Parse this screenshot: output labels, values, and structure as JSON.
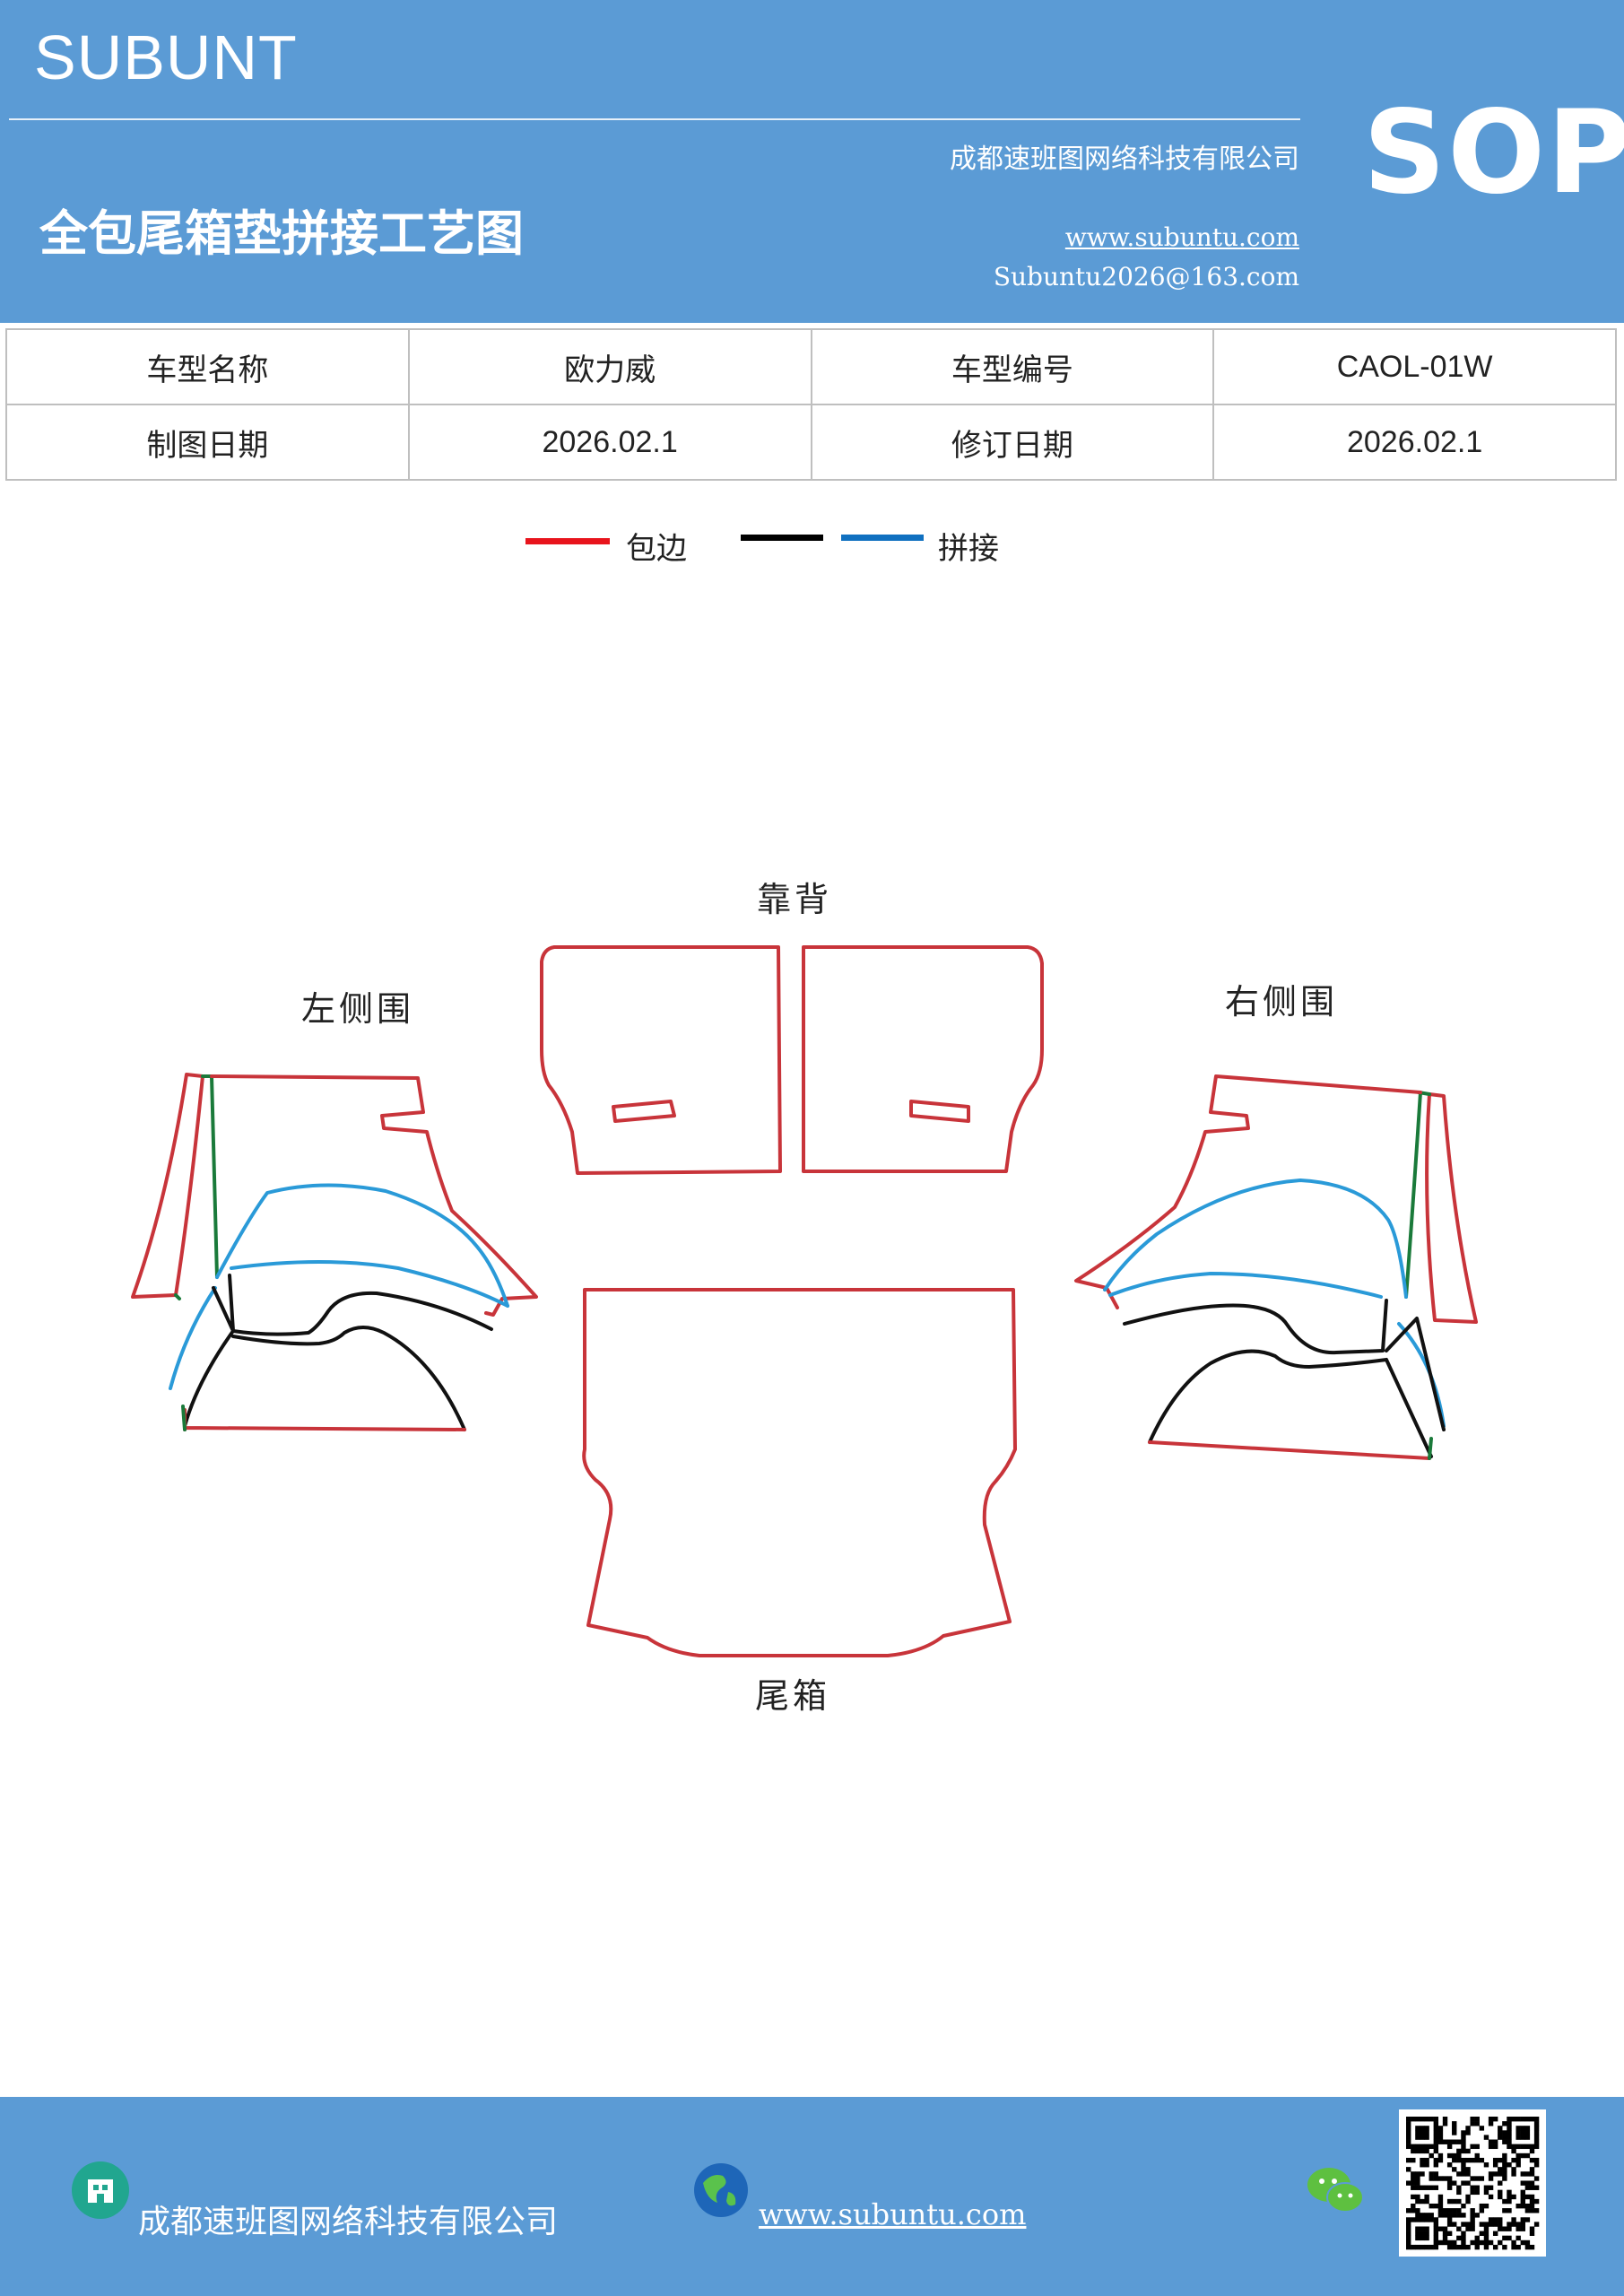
{
  "header": {
    "brand": "SUBUNT",
    "company": "成都速班图网络科技有限公司",
    "title": "全包尾箱垫拼接工艺图",
    "website": "www.subuntu.com",
    "email": "Subuntu2026@163.com",
    "badge": "SOP"
  },
  "info": {
    "model_name_label": "车型名称",
    "model_name": "欧力威",
    "model_code_label": "车型编号",
    "model_code": "CAOL-01W",
    "draw_date_label": "制图日期",
    "draw_date": "2026.02.1",
    "revise_date_label": "修订日期",
    "revise_date": "2026.02.1"
  },
  "legend": {
    "edge_label": "包边",
    "splice_label": "拼接",
    "colors": {
      "edge": "#e8141c",
      "black": "#000000",
      "splice": "#1070c0",
      "green": "#1a7a3a",
      "outline_red": "#c8343a",
      "outline_blue": "#2a9ad8"
    }
  },
  "parts": {
    "backrest": "靠背",
    "left_side": "左侧围",
    "right_side": "右侧围",
    "trunk": "尾箱"
  },
  "footer": {
    "company": "成都速班图网络科技有限公司",
    "website": "www.subuntu.com",
    "company_icon": "building-icon",
    "website_icon": "globe-icon",
    "wechat_icon": "wechat-icon"
  }
}
